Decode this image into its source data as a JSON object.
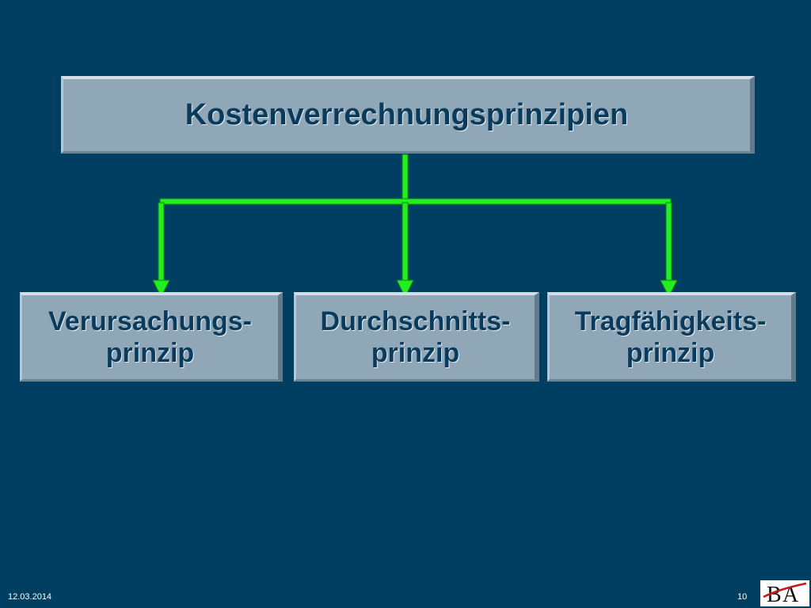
{
  "diagram": {
    "root": {
      "label": "Kostenverrechnungsprinzipien"
    },
    "children": [
      {
        "line1": "Verursachungs-",
        "line2": "prinzip"
      },
      {
        "line1": "Durchschnitts-",
        "line2": "prinzip"
      },
      {
        "line1": "Tragfähigkeits-",
        "line2": "prinzip"
      }
    ],
    "connector_color": "#22ee22",
    "box_color": "#8fa7b6",
    "text_color": "#0a3b5c"
  },
  "footer": {
    "date": "12.03.2014",
    "page_number": "10",
    "logo_text": "BA"
  },
  "colors": {
    "background": "#003e62",
    "logo_red": "#c8161d"
  }
}
